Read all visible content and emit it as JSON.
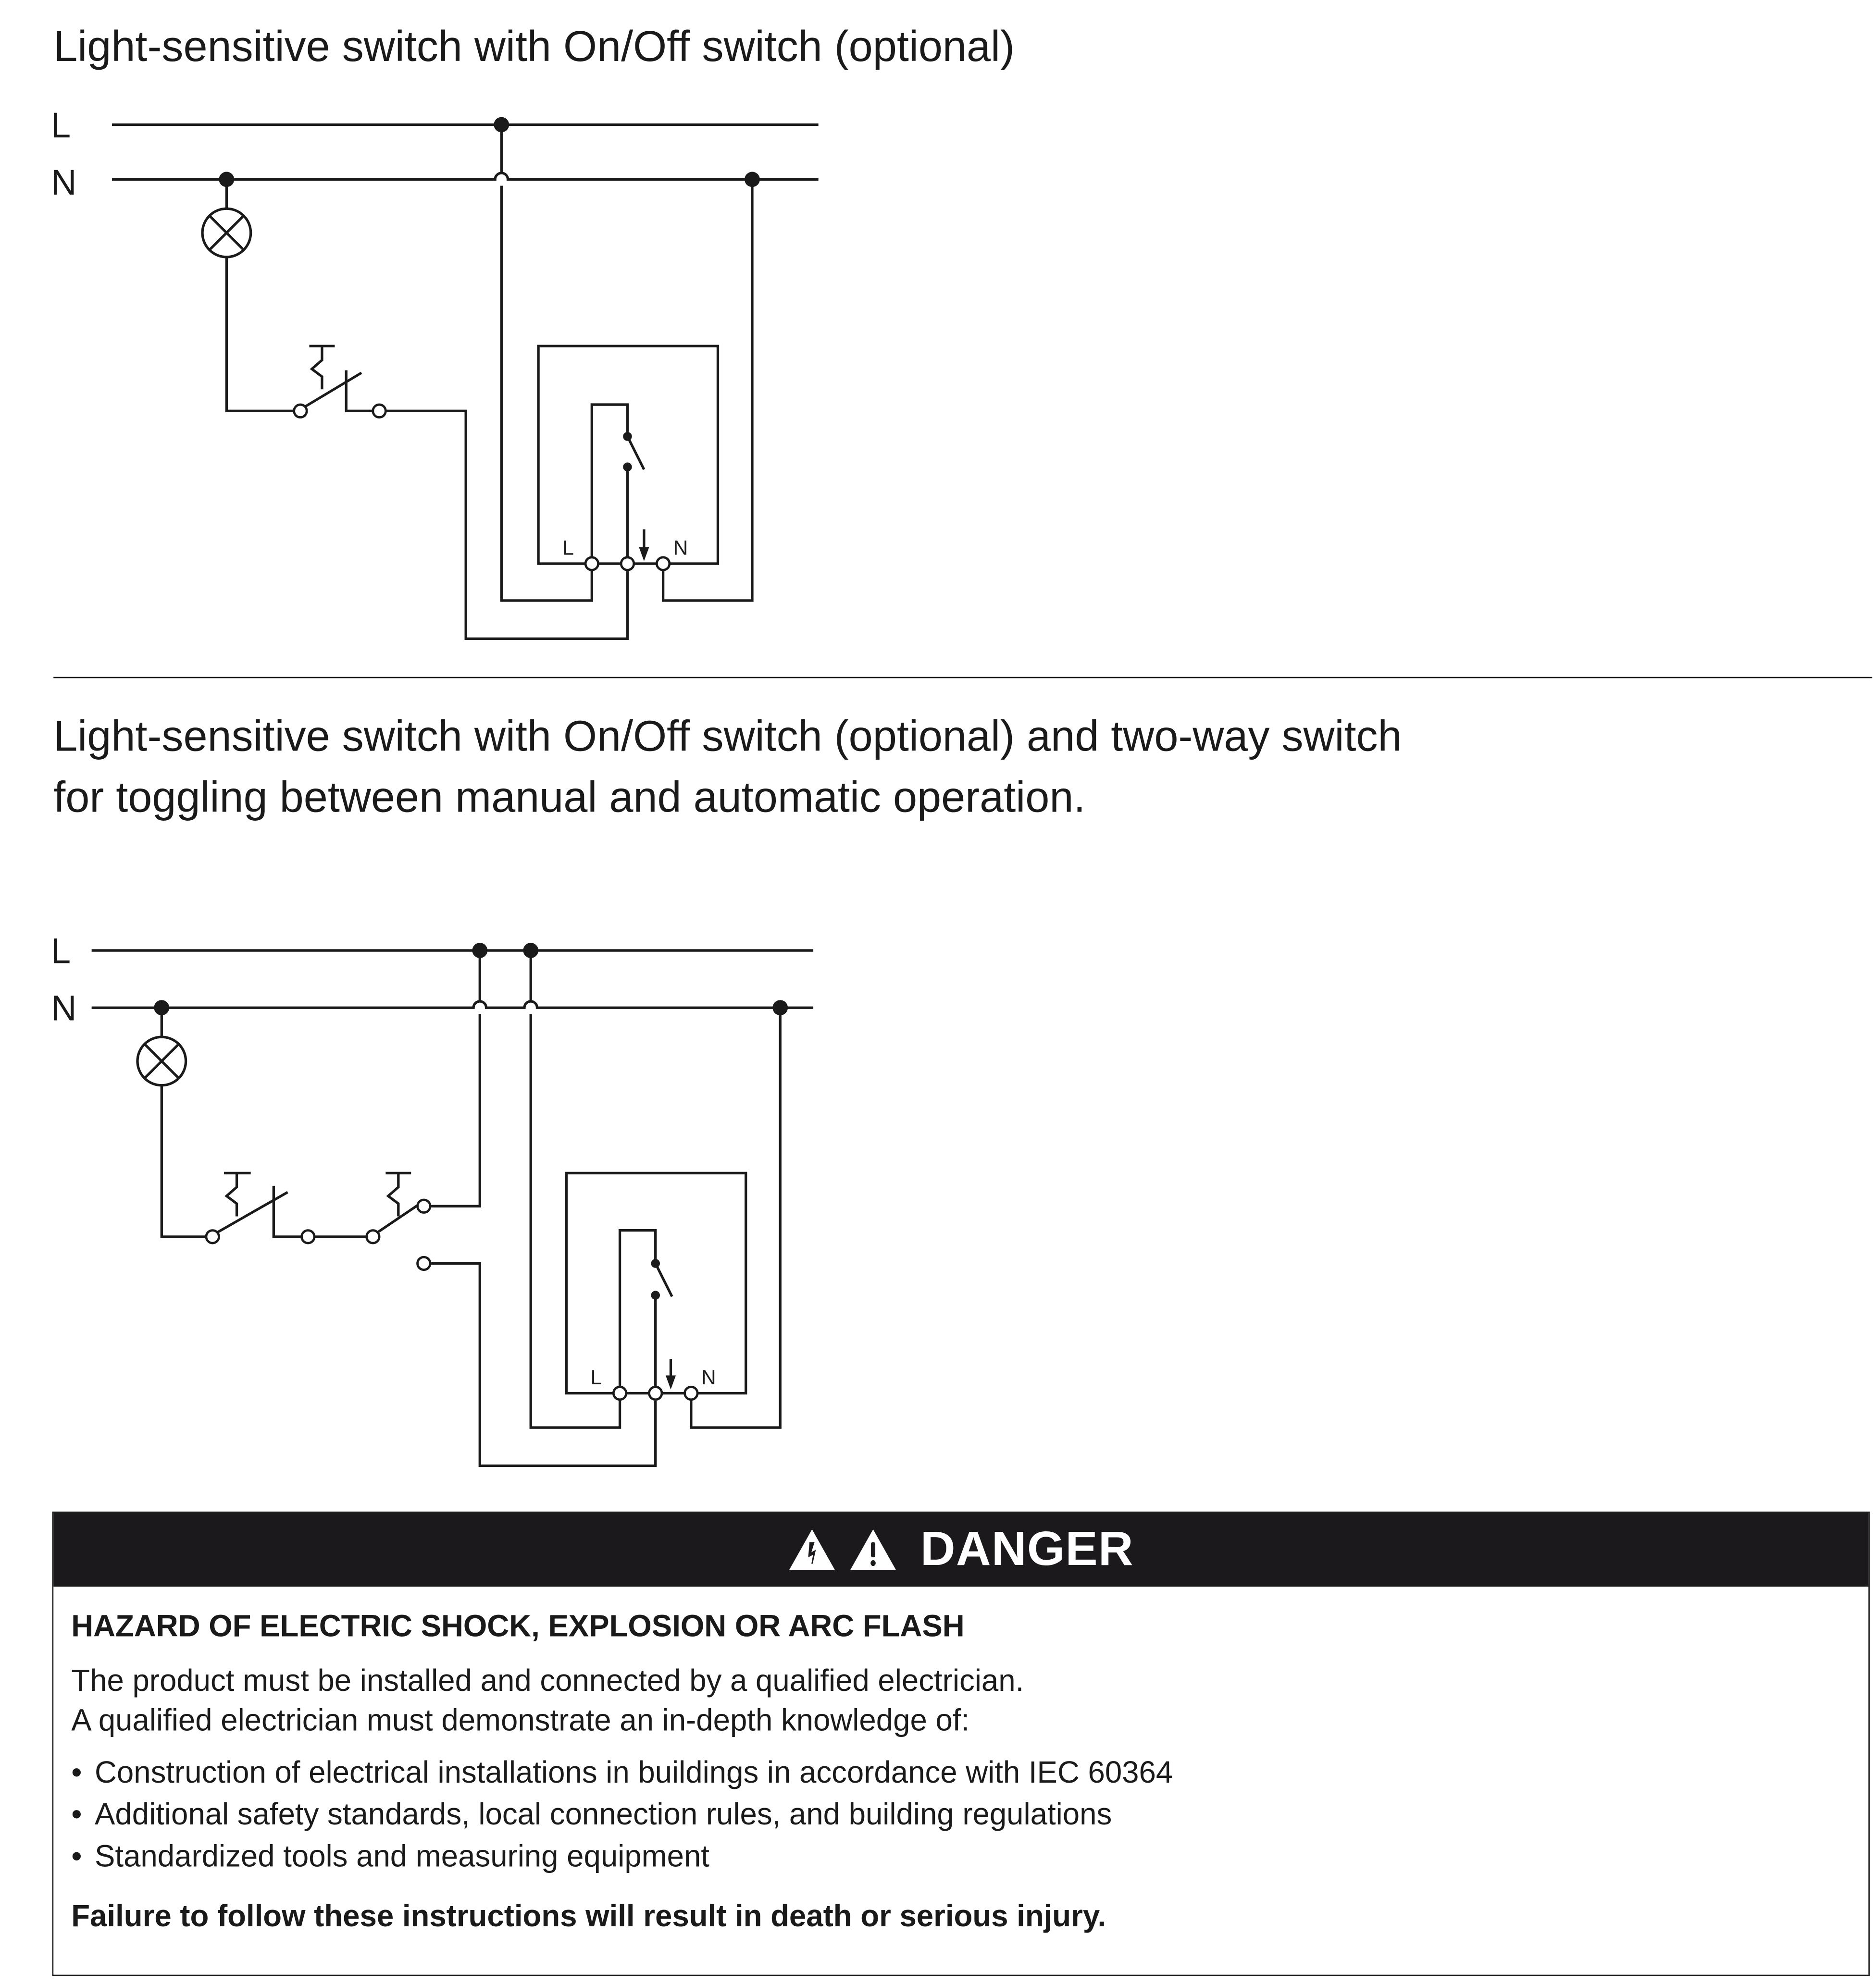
{
  "section1": {
    "title": "Light-sensitive switch with On/Off switch (optional)",
    "line_labels": [
      "L",
      "N"
    ],
    "terminal_labels": [
      "L",
      "N"
    ]
  },
  "section2": {
    "title": "Light-sensitive switch with On/Off switch (optional) and two-way switch for toggling between manual and automatic operation.",
    "line_labels": [
      "L",
      "N"
    ],
    "terminal_labels": [
      "L",
      "N"
    ]
  },
  "danger": {
    "icons": [
      "electric-shock-warning-icon",
      "general-warning-icon"
    ],
    "label": "DANGER",
    "header_color": "#1b191b",
    "hazard": "HAZARD OF ELECTRIC SHOCK, EXPLOSION OR ARC FLASH",
    "lines": [
      "The product must be installed and connected by a qualified electrician.",
      "A qualified electrician must demonstrate an in-depth knowledge of:"
    ],
    "bullets": [
      "Construction of electrical installations in buildings in accordance with IEC 60364",
      "Additional safety standards, local connection rules, and building regulations",
      "Standardized tools and measuring equipment"
    ],
    "failure": "Failure to follow these instructions will result in death or serious injury."
  }
}
